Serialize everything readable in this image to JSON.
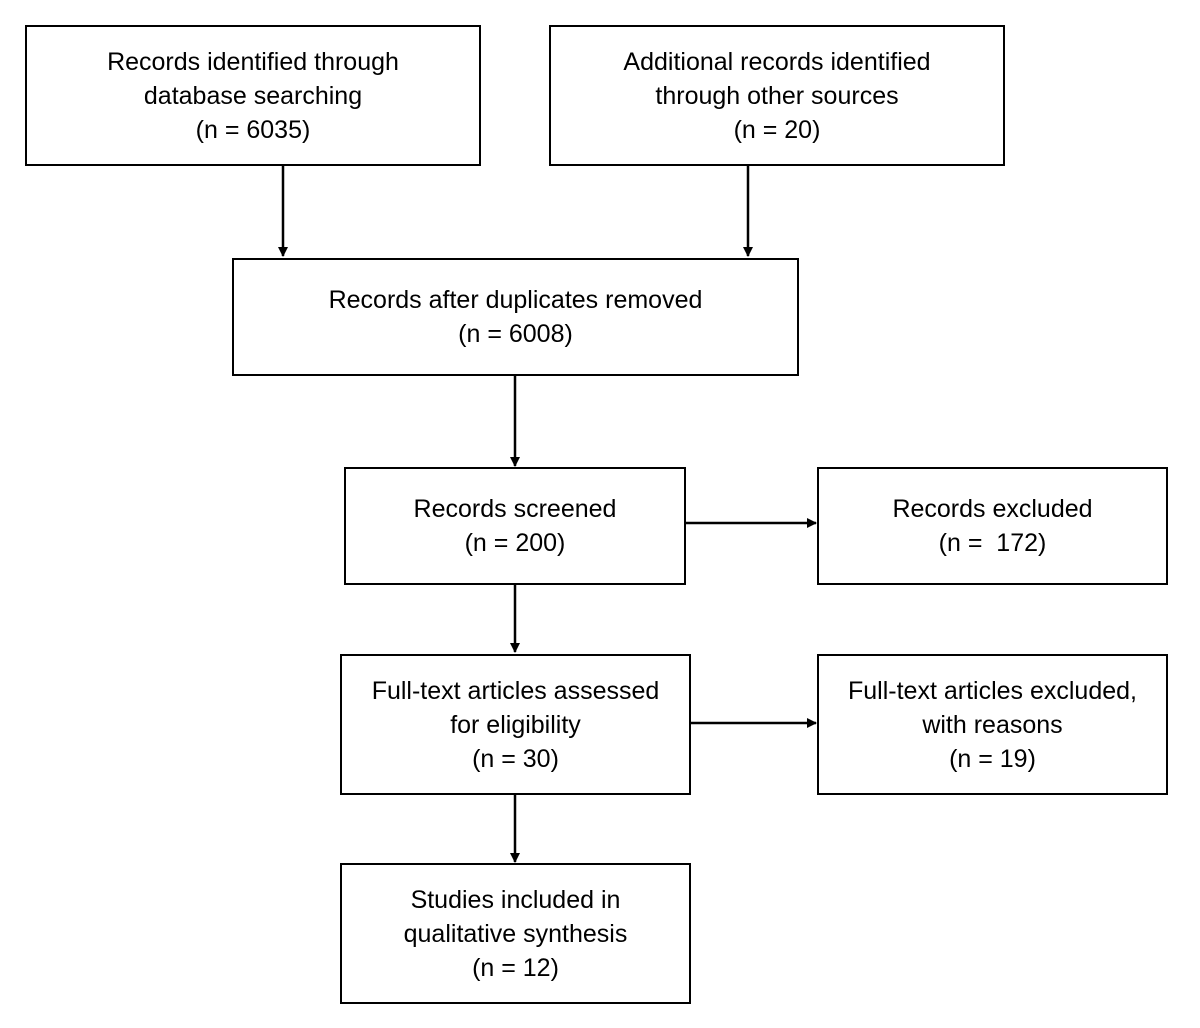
{
  "boxes": {
    "identified_db": {
      "line1": "Records identified through",
      "line2": "database searching",
      "count": "(n = 6035)"
    },
    "identified_other": {
      "line1": "Additional records identified",
      "line2": "through other sources",
      "count": "(n = 20)"
    },
    "after_duplicates": {
      "line1": "Records after duplicates removed",
      "count": "(n = 6008)"
    },
    "screened": {
      "line1": "Records screened",
      "count": "(n = 200)"
    },
    "excluded": {
      "line1": "Records excluded",
      "count": "(n =  172)"
    },
    "fulltext_assessed": {
      "line1": "Full-text articles assessed",
      "line2": "for eligibility",
      "count": "(n = 30)"
    },
    "fulltext_excluded": {
      "line1": "Full-text articles excluded,",
      "line2": "with reasons",
      "count": "(n = 19)"
    },
    "included": {
      "line1": "Studies included in",
      "line2": "qualitative synthesis",
      "count": "(n = 12)"
    }
  },
  "colors": {
    "stroke": "#000000",
    "background": "#ffffff"
  }
}
